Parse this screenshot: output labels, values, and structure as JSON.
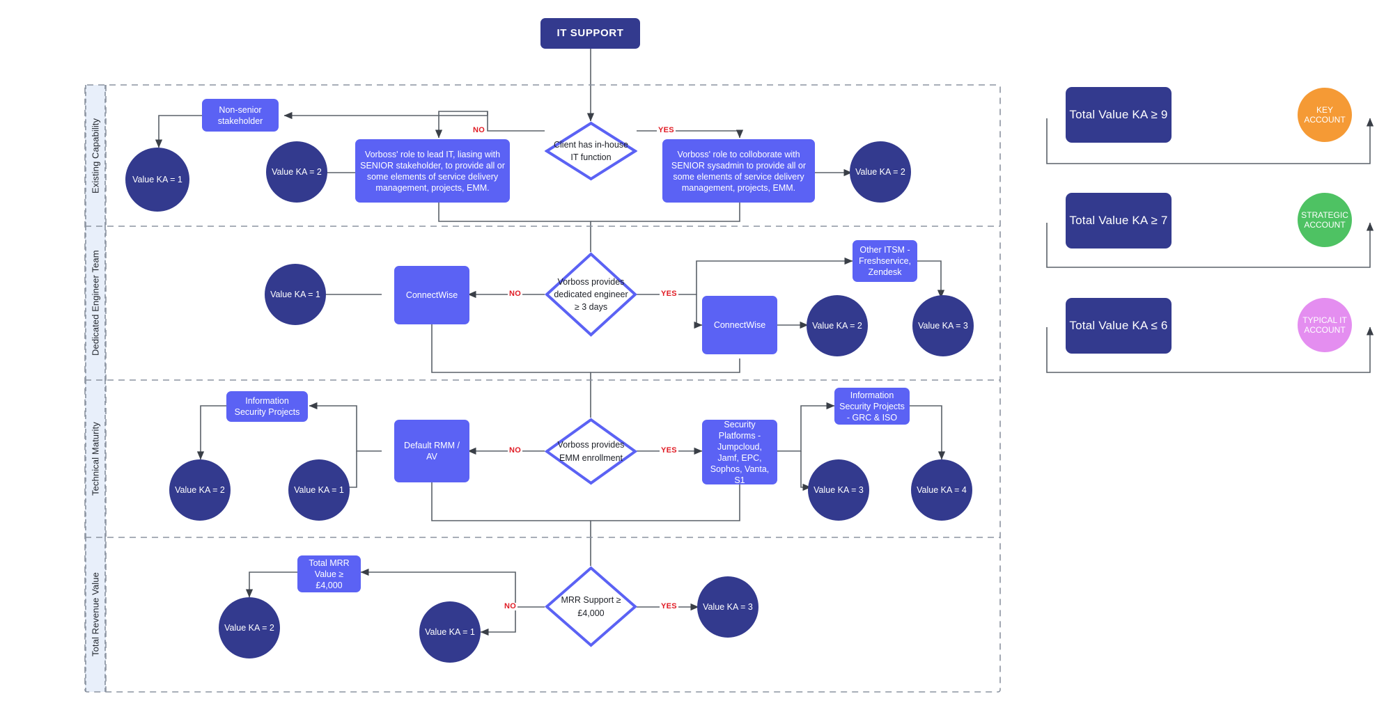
{
  "diagram": {
    "title": "IT SUPPORT",
    "start_node": {
      "label": "IT SUPPORT"
    },
    "edge_labels": {
      "yes": "YES",
      "no": "NO"
    },
    "colors": {
      "dark_blue": "#333a8e",
      "light_blue": "#5b62f4",
      "diamond_border": "#5b62f4",
      "key_account": "#f59a35",
      "strategic_account": "#4ec263",
      "typical_account": "#e48ef0",
      "edge_label_red": "#e01b24",
      "lane_band": "#e8effa",
      "lane_dash": "#9aa3b0"
    },
    "lanes": [
      {
        "id": "existing-capability",
        "label": "Existing Capability"
      },
      {
        "id": "dedicated-engineer-team",
        "label": "Dedicated Engineer Team"
      },
      {
        "id": "technical-maturity",
        "label": "Technical Maturity"
      },
      {
        "id": "total-revenue-value",
        "label": "Total Revenue Value"
      }
    ],
    "lane1": {
      "decision": "Client has in-house IT function",
      "no_branch_box": "Vorboss' role to lead IT, liasing with SENIOR stakeholder, to provide all or some elements of service delivery management, projects, EMM.",
      "yes_branch_box": "Vorboss' role to colloborate with SENIOR sysadmin to provide all or some elements of service delivery management, projects, EMM.",
      "non_senior_box": "Non-senior stakeholder",
      "value_left": "Value KA = 1",
      "value_mid": "Value KA = 2",
      "value_right": "Value KA = 2"
    },
    "lane2": {
      "decision": "Vorboss provides dedicated engineer ≥ 3 days",
      "no_box": "ConnectWise",
      "yes_box": "ConnectWise",
      "other_itsm_box": "Other ITSM - Freshservice, Zendesk",
      "value_left": "Value KA = 1",
      "value_mid": "Value KA = 2",
      "value_right": "Value KA = 3"
    },
    "lane3": {
      "decision": "Vorboss provides EMM enrollment",
      "no_box": "Default RMM / AV",
      "info_sec_box": "Information Security Projects",
      "yes_box": "Security Platforms - Jumpcloud, Jamf, EPC, Sophos, Vanta, S1",
      "info_sec_grc_box": "Information Security Projects - GRC & ISO",
      "value_far_left": "Value KA = 2",
      "value_left": "Value KA = 1",
      "value_mid": "Value KA = 3",
      "value_right": "Value KA = 4"
    },
    "lane4": {
      "decision": "MRR Support ≥ £4,000",
      "total_mrr_box": "Total MRR Value ≥ £4,000",
      "value_far_left": "Value KA = 2",
      "value_left": "Value KA = 1",
      "value_right": "Value KA = 3"
    },
    "legend": [
      {
        "id": "key-account",
        "condition": "Total Value KA ≥ 9",
        "outcome": "KEY ACCOUNT"
      },
      {
        "id": "strategic-account",
        "condition": "Total Value KA ≥ 7",
        "outcome": "STRATEGIC ACCOUNT"
      },
      {
        "id": "typical-it-account",
        "condition": "Total Value KA ≤ 6",
        "outcome": "TYPICAL IT ACCOUNT"
      }
    ]
  }
}
